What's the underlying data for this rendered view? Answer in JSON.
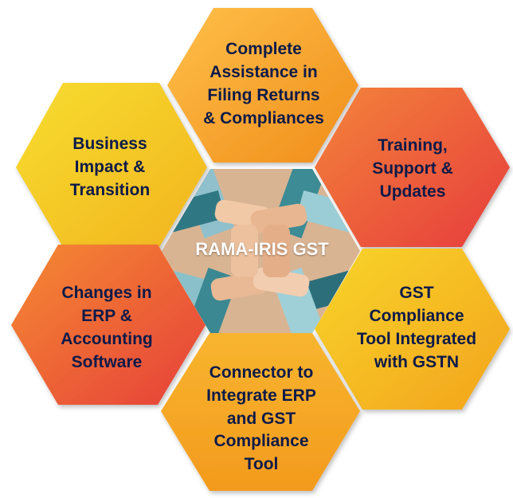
{
  "center": {
    "title": "RAMA-IRIS GST"
  },
  "hexes": {
    "top": "Complete\nAssistance in\nFiling Returns\n& Compliances",
    "top_left": "Business\nImpact &\nTransition",
    "top_right": "Training,\nSupport &\nUpdates",
    "bottom_left": "Changes in\nERP &\nAccounting\nSoftware",
    "bottom_right": "GST\nCompliance\nTool Integrated\nwith GSTN",
    "bottom": "Connector to\nIntegrate ERP\nand GST\nCompliance\nTool"
  },
  "colors": {
    "text": "#0b1a4a",
    "orange": "#f39a1e",
    "red": "#e8463b",
    "yellow": "#f5cf1f",
    "center_teal": "#3a8a93"
  }
}
